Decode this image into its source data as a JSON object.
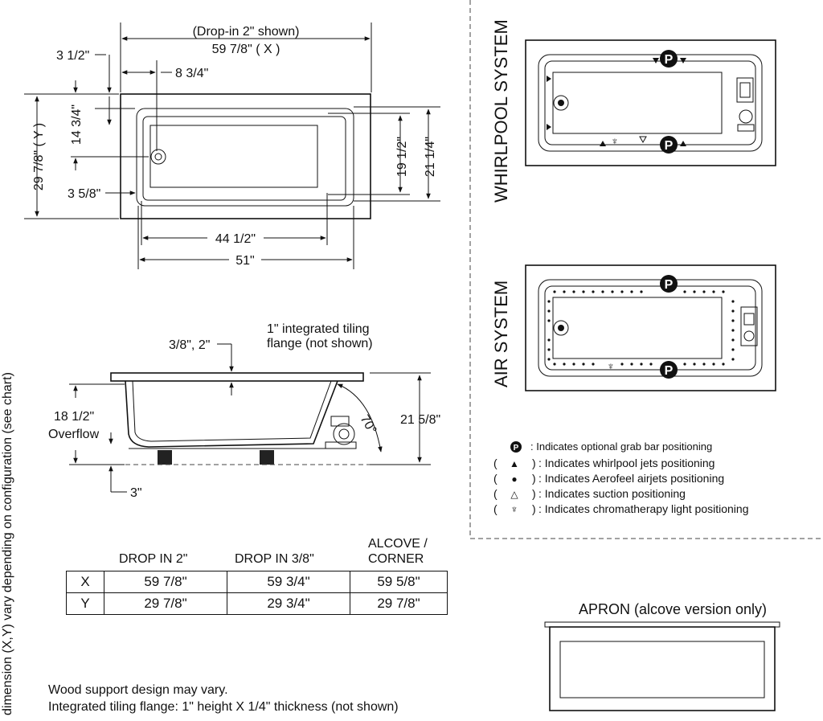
{
  "top_view": {
    "drop_in_note": "(Drop-in 2\" shown)",
    "width_x": "59 7/8\" ( X )",
    "dim_3_5": "3 1/2\"",
    "dim_8_75": "8 3/4\"",
    "dim_14_75": "14 3/4\"",
    "dim_29_875": "29 7/8\" ( Y )",
    "dim_3_625": "3 5/8\"",
    "dim_19_5": "19 1/2\"",
    "dim_21_25": "21 1/4\"",
    "dim_44_5": "44 1/2\"",
    "dim_51": "51\""
  },
  "side_view": {
    "flange_label_1": "1\" integrated tiling",
    "flange_label_2": "flange (not shown)",
    "rim_dim": "3/8\", 2\"",
    "overflow_dim": "18 1/2\"",
    "overflow_label": "Overflow",
    "angle": "70°",
    "height_dim": "21 5/8\"",
    "base_dim": "3\""
  },
  "vertical_note": "dimension (X,Y) vary depending on configuration (see chart)",
  "dimension_chart": {
    "headers": [
      "DROP IN 2\"",
      "DROP IN 3/8\"",
      "ALCOVE /",
      "CORNER"
    ],
    "rows": [
      {
        "label": "X",
        "values": [
          "59 7/8\"",
          "59 3/4\"",
          "59 5/8\""
        ]
      },
      {
        "label": "Y",
        "values": [
          "29 7/8\"",
          "29 3/4\"",
          "29 7/8\""
        ]
      }
    ]
  },
  "notes": {
    "line1": "Wood support design may vary.",
    "line2": "Integrated tiling flange: 1\" height X 1/4\" thickness (not shown)"
  },
  "systems": {
    "whirlpool_title": "WHIRLPOOL SYSTEM",
    "air_title": "AIR SYSTEM",
    "grab_symbol": "P"
  },
  "legend": {
    "items": [
      {
        "open": "",
        "symbol": "P",
        "close": "",
        "text": ": Indicates optional grab bar positioning"
      },
      {
        "open": "(",
        "symbol": "▲",
        "close": ")",
        "text": ": Indicates whirlpool jets positioning"
      },
      {
        "open": "(",
        "symbol": "●",
        "close": ")",
        "text": ": Indicates Aerofeel airjets positioning"
      },
      {
        "open": "(",
        "symbol": "△",
        "close": ")",
        "text": ": Indicates suction positioning"
      },
      {
        "open": "(",
        "symbol": "♆",
        "close": ")",
        "text": ": Indicates chromatherapy light positioning"
      }
    ]
  },
  "apron": {
    "title": "APRON (alcove version only)"
  }
}
